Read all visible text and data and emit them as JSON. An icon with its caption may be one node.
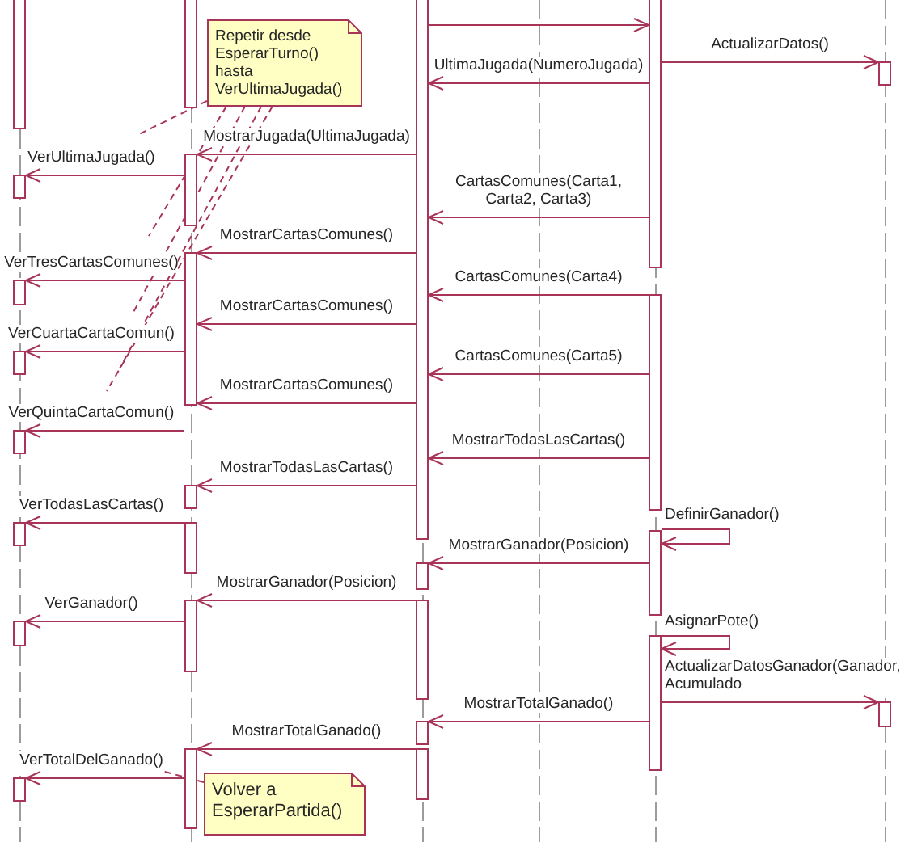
{
  "diagram": {
    "nodes": [
      {
        "text": [],
        "shape": "bar"
      },
      {
        "text": [],
        "shape": "bar"
      },
      {
        "text": [],
        "shape": "bar"
      },
      {
        "text": [],
        "shape": "bar"
      },
      {
        "text": [
          "Repetir desde EsperarTurno() hasta VerUltimaJugada()"
        ]
      },
      {
        "text": [],
        "shape": "bar"
      },
      {
        "text": [],
        "shape": "bar"
      },
      {
        "text": [],
        "shape": "bar"
      },
      {
        "text": [],
        "shape": "bar"
      },
      {
        "text": [],
        "shape": "bar"
      },
      {
        "text": [],
        "shape": "bar"
      },
      {
        "text": [],
        "shape": "bar"
      },
      {
        "text": [],
        "shape": "bar"
      },
      {
        "text": [],
        "shape": "bar"
      },
      {
        "text": [],
        "shape": "bar"
      },
      {
        "text": [],
        "shape": "bar"
      },
      {
        "text": [],
        "shape": "bar"
      },
      {
        "text": [],
        "shape": "bar"
      },
      {
        "text": [],
        "shape": "bar"
      },
      {
        "text": [],
        "shape": "bar"
      },
      {
        "text": [],
        "shape": "bar"
      },
      {
        "text": [],
        "shape": "bar"
      },
      {
        "text": [],
        "shape": "bar"
      },
      {
        "text": [],
        "shape": "bar"
      },
      {
        "text": [],
        "shape": "bar"
      },
      {
        "text": [],
        "shape": "bar"
      },
      {
        "text": [
          "Volver a EsperarPartida()"
        ]
      },
      {
        "text": [],
        "shape": "bar"
      }
    ],
    "edges": [
      {
        "from": 2,
        "to": 3,
        "arrow": "to"
      },
      {
        "from": 3,
        "to": 5,
        "arrow": "to",
        "label": "ActualizarDatos()"
      },
      {
        "from": 3,
        "to": 2,
        "arrow": "to",
        "label": "UltimaJugada(NumeroJugada)"
      },
      {
        "from": 2,
        "to": 6,
        "arrow": "to",
        "label": "MostrarJugada(UltimaJugada)"
      },
      {
        "from": 6,
        "to": 7,
        "arrow": "to",
        "label": "VerUltimaJugada()"
      },
      {
        "from": 3,
        "to": 2,
        "arrow": "to",
        "label": "CartasComunes(Carta1, Carta2, Carta3)"
      },
      {
        "from": 2,
        "to": 8,
        "arrow": "to",
        "label": "MostrarCartasComunes()"
      },
      {
        "from": 8,
        "to": 9,
        "arrow": "to",
        "label": "VerTresCartasComunes()"
      },
      {
        "from": 10,
        "to": 2,
        "arrow": "to",
        "label": "CartasComunes(Carta4)"
      },
      {
        "from": 2,
        "to": 8,
        "arrow": "to",
        "label": "MostrarCartasComunes()"
      },
      {
        "from": 8,
        "to": 11,
        "arrow": "to",
        "label": "VerCuartaCartaComun()"
      },
      {
        "from": 10,
        "to": 2,
        "arrow": "to",
        "label": "CartasComunes(Carta5)"
      },
      {
        "from": 2,
        "to": 8,
        "arrow": "to",
        "label": "MostrarCartasComunes()"
      },
      {
        "from": null,
        "to": 12,
        "arrow": "to",
        "label": "VerQuintaCartaComun()"
      },
      {
        "from": 10,
        "to": 2,
        "arrow": "to",
        "label": "MostrarTodasLasCartas()"
      },
      {
        "from": 2,
        "to": 13,
        "arrow": "to",
        "label": "MostrarTodasLasCartas()"
      },
      {
        "from": 15,
        "to": 14,
        "arrow": "to",
        "label": "VerTodasLasCartas()"
      },
      {
        "from": 16,
        "to": 16,
        "arrow": "to",
        "label": "DefinirGanador()"
      },
      {
        "from": 16,
        "to": 17,
        "arrow": "to",
        "label": "MostrarGanador(Posicion)"
      },
      {
        "from": 19,
        "to": 18,
        "arrow": "to",
        "label": "MostrarGanador(Posicion)"
      },
      {
        "from": 18,
        "to": 20,
        "arrow": "to",
        "label": "VerGanador()"
      },
      {
        "from": 21,
        "to": 21,
        "arrow": "to",
        "label": "AsignarPote()"
      },
      {
        "from": 21,
        "to": 22,
        "arrow": "to",
        "label": "ActualizarDatosGanador(Ganador, Acumulado"
      },
      {
        "from": 21,
        "to": 23,
        "arrow": "to",
        "label": "MostrarTotalGanado()"
      },
      {
        "from": 25,
        "to": 24,
        "arrow": "to",
        "label": "MostrarTotalGanado()"
      },
      {
        "from": 24,
        "to": 27,
        "arrow": "to",
        "label": "VerTotalDelGanado()"
      },
      {
        "from": 4,
        "to": null,
        "arrow": "none",
        "style": "dashed"
      },
      {
        "from": 4,
        "to": null,
        "arrow": "none",
        "style": "dashed"
      },
      {
        "from": 4,
        "to": null,
        "arrow": "none",
        "style": "dashed"
      },
      {
        "from": 4,
        "to": null,
        "arrow": "none",
        "style": "dashed"
      },
      {
        "from": 4,
        "to": null,
        "arrow": "none",
        "style": "dashed"
      },
      {
        "from": 26,
        "to": null,
        "arrow": "none",
        "style": "dashed"
      }
    ]
  }
}
